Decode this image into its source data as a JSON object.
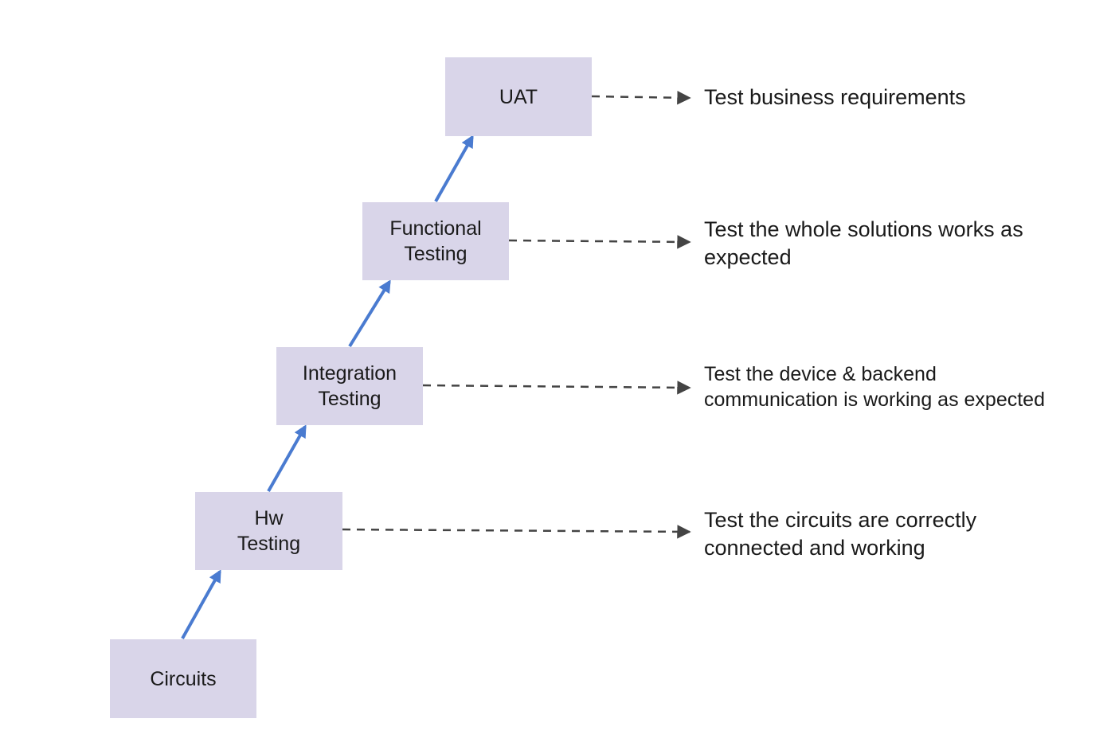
{
  "stages": [
    {
      "id": "circuits",
      "label": "Circuits"
    },
    {
      "id": "hw",
      "label": "Hw\nTesting",
      "description": "Test the circuits are correctly\nconnected and working"
    },
    {
      "id": "integration",
      "label": "Integration\nTesting",
      "description": "Test the device & backend\ncommunication is working as expected"
    },
    {
      "id": "functional",
      "label": "Functional\nTesting",
      "description": "Test the whole solutions works as\nexpected"
    },
    {
      "id": "uat",
      "label": "UAT",
      "description": "Test business requirements"
    }
  ],
  "colors": {
    "box_fill": "#d9d5e9",
    "up_arrow": "#4a7bd0",
    "dashed_arrow": "#444444",
    "text": "#1a1a1a"
  }
}
